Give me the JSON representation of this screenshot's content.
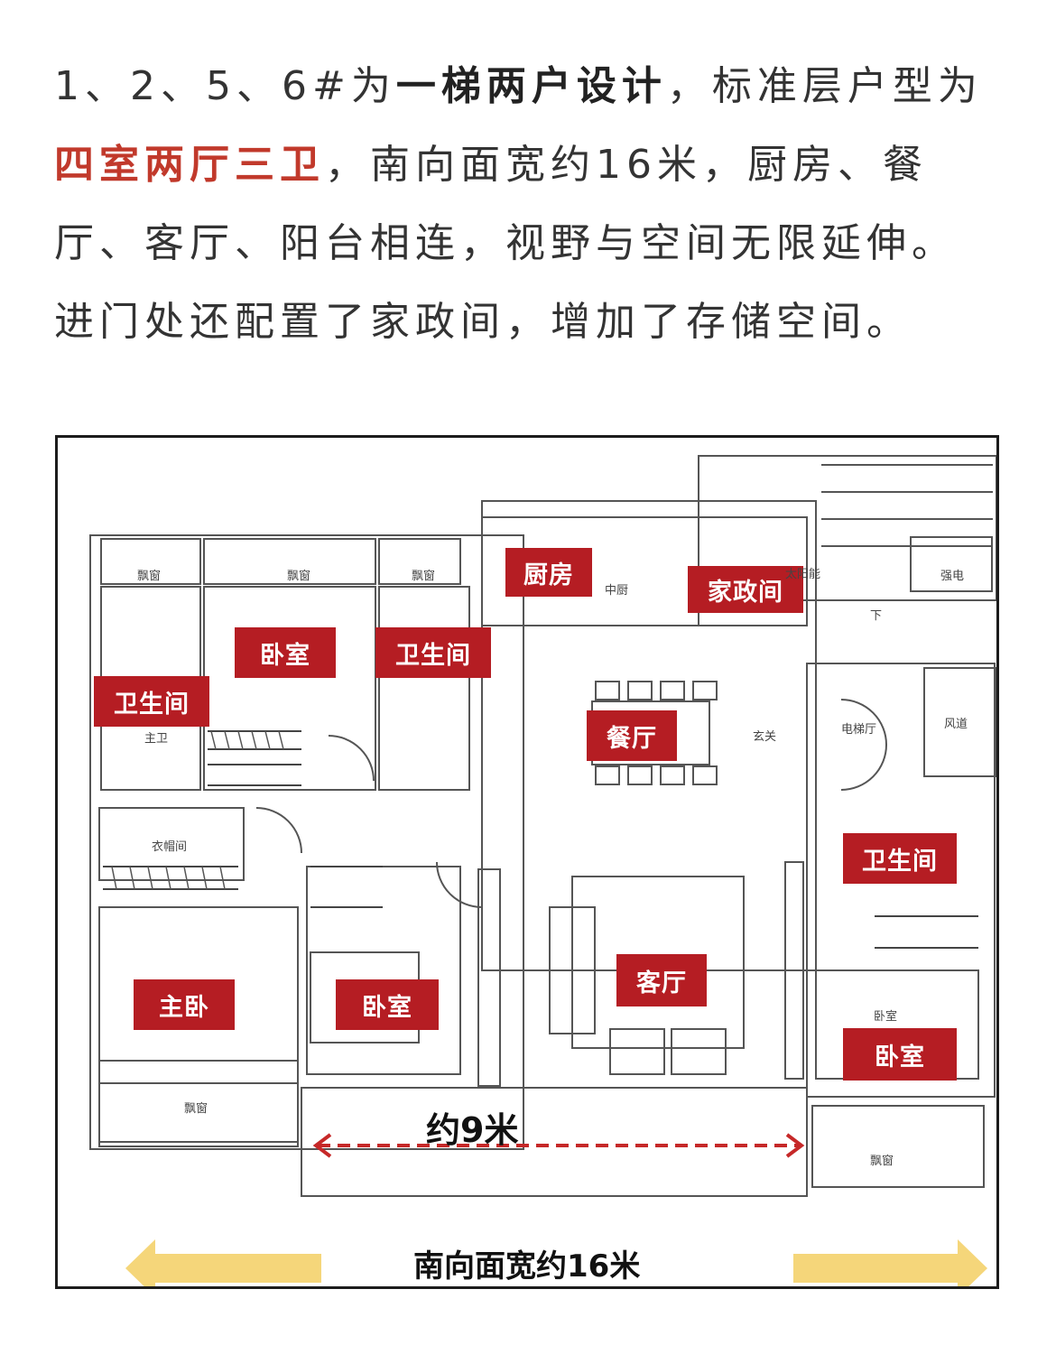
{
  "intro": {
    "l1": {
      "a": "1、2、5、6#为",
      "b": "一梯两户设计",
      "c": "，标准层户型为"
    },
    "l2": {
      "a": "四室两厅三卫",
      "b": "，南向面宽约16米，厨房、餐"
    },
    "l3": "厅、客厅、阳台相连，视野与空间无限延伸。",
    "l4": "进门处还配置了家政间，增加了存储空间。"
  },
  "plan": {
    "labels": {
      "kitchen": "厨房",
      "domestic": "家政间",
      "bedroom_nw": "卧室",
      "bath_top": "卫生间",
      "bath_left": "卫生间",
      "dining": "餐厅",
      "bath_right": "卫生间",
      "living": "客厅",
      "master": "主卧",
      "bedroom_mid": "卧室",
      "bedroom_right": "卧室"
    },
    "small": {
      "bay1": "飘窗",
      "bay2": "飘窗",
      "bay3": "飘窗",
      "mid_kitchen": "中厨",
      "master_bath": "主卫",
      "closet": "衣帽间",
      "foyer": "玄关",
      "elevator_hall": "电梯厅",
      "strong_power": "强电",
      "bay_bottom_left": "飘窗",
      "bay_bottom_right": "飘窗",
      "bedroom_small": "卧室",
      "down": "下",
      "fire_valve": "太阳能",
      "vent": "风道"
    },
    "dim_9m": "约9米",
    "width_16m": "南向面宽约16米"
  },
  "colors": {
    "accent_red": "#b51d23",
    "arrow_yellow": "#f5d67a",
    "dash_red": "#c62828"
  }
}
